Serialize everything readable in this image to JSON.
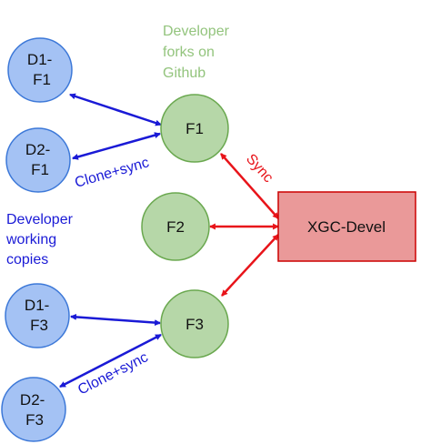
{
  "colors": {
    "dev_node_fill": "#a4c2f4",
    "dev_node_stroke": "#3c78d8",
    "fork_node_fill": "#b6d7a8",
    "fork_node_stroke": "#6aa84f",
    "main_node_fill": "#ea9999",
    "main_node_stroke": "#cc0000",
    "blue_arrow": "#1a1ad6",
    "red_arrow": "#e8141a",
    "green_text": "#93c47d",
    "blue_text": "#1a1ad6"
  },
  "labels": {
    "forks_caption": [
      "Developer",
      "forks on",
      "Github"
    ],
    "working_copies_caption": [
      "Developer",
      "working",
      "copies"
    ],
    "clone_sync_top": "Clone+sync",
    "clone_sync_bottom": "Clone+sync",
    "sync": "Sync"
  },
  "nodes": {
    "d1_f1": [
      "D1-",
      "F1"
    ],
    "d2_f1": [
      "D2-",
      "F1"
    ],
    "d1_f3": [
      "D1-",
      "F3"
    ],
    "d2_f3": [
      "D2-",
      "F3"
    ],
    "f1": "F1",
    "f2": "F2",
    "f3": "F3",
    "xgc_devel": "XGC-Devel"
  }
}
